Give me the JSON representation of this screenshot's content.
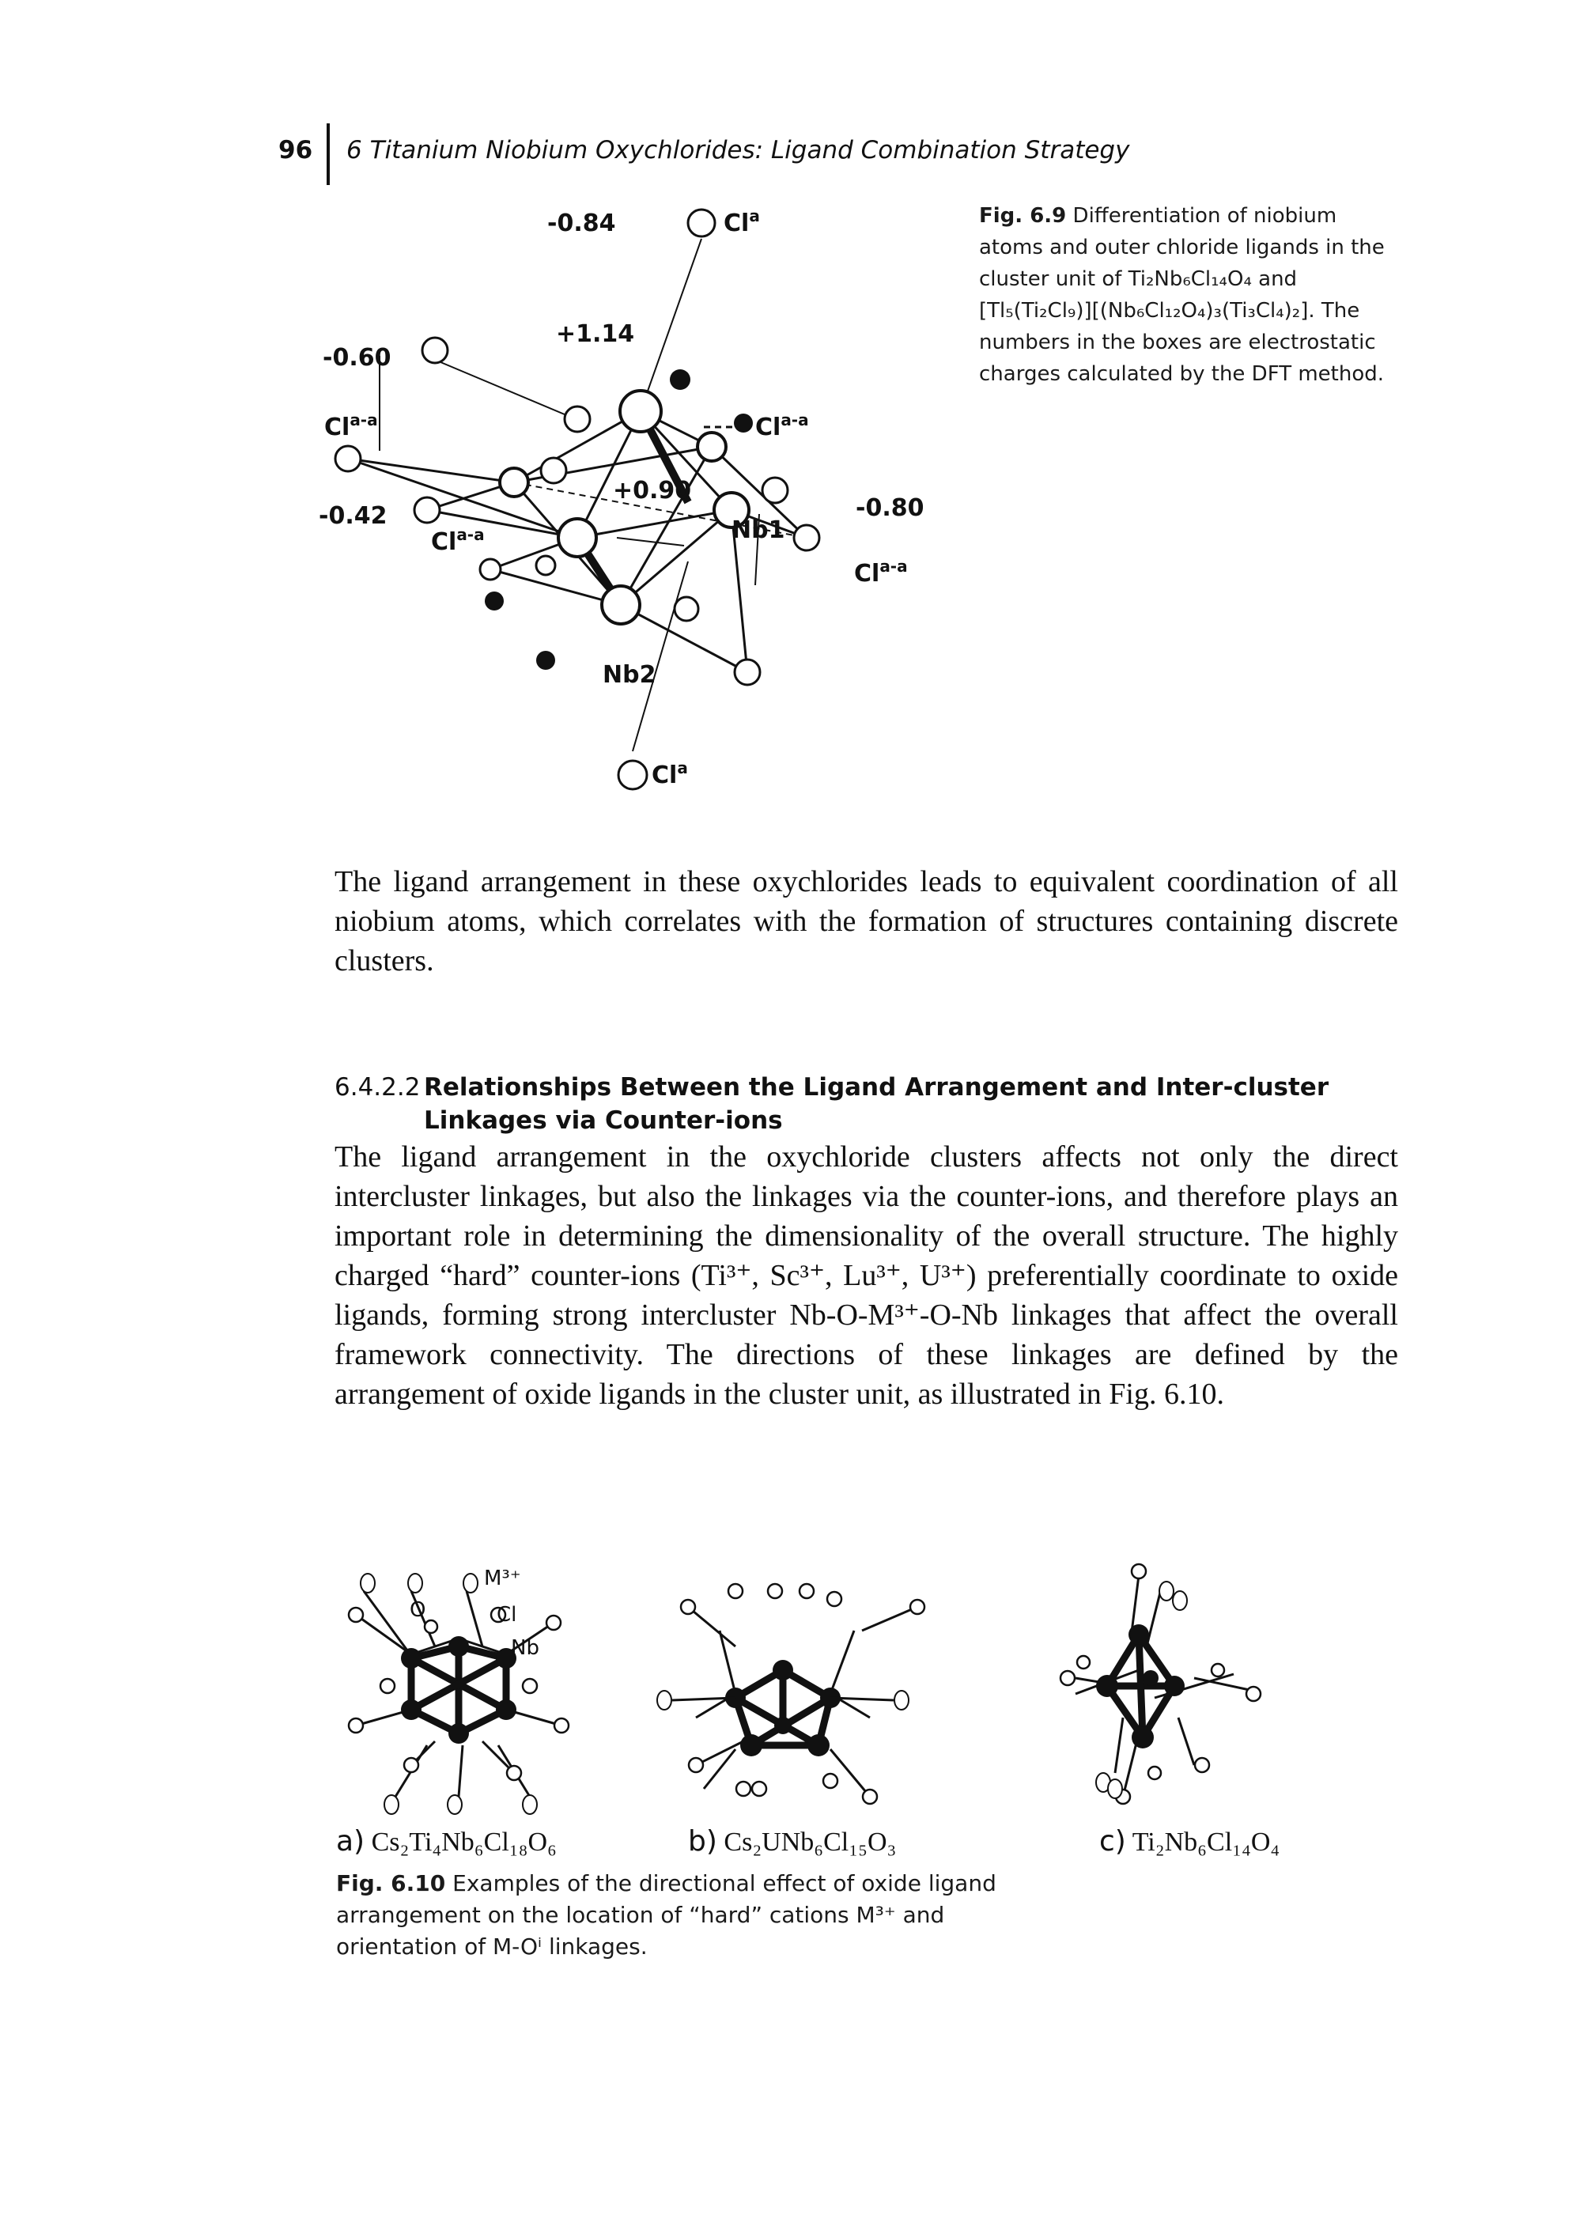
{
  "header": {
    "page_number": "96",
    "running_title": "6 Titanium Niobium Oxychlorides: Ligand Combination Strategy"
  },
  "figure_6_9": {
    "labels": {
      "charge_top": "-0.84",
      "charge_left": "-0.60",
      "charge_center_top": "+1.14",
      "charge_center": "+0.90",
      "charge_left_low": "-0.42",
      "charge_right": "-0.80",
      "cl_a": "Cl",
      "cl_a_sup": "a",
      "cl_aa": "Cl",
      "cl_aa_sup": "a-a",
      "nb1": "Nb1",
      "nb2": "Nb2"
    },
    "caption_number": "Fig. 6.9",
    "caption_text": "Differentiation of niobium atoms and outer chloride ligands in the cluster unit of Ti₂Nb₆Cl₁₄O₄ and [Tl₅(Ti₂Cl₉)][(Nb₆Cl₁₂O₄)₃(Ti₃Cl₄)₂]. The numbers in the boxes are electrostatic charges calculated by the DFT method."
  },
  "paragraph_1": "The ligand arrangement in these oxychlorides leads to equivalent coordination of all niobium atoms, which correlates with the formation of structures containing discrete clusters.",
  "section": {
    "number": "6.4.2.2",
    "title": "Relationships Between the Ligand Arrangement and Inter-cluster Linkages via Counter-ions"
  },
  "paragraph_2": "The ligand arrangement in the oxychloride clusters affects not only the direct intercluster linkages, but also the linkages via the counter-ions, and therefore plays an important role in determining the dimensionality of the overall structure. The highly charged “hard” counter-ions (Ti³⁺, Sc³⁺, Lu³⁺, U³⁺) preferentially coordinate to oxide ligands, forming strong intercluster Nb-O-M³⁺-O-Nb linkages that affect the overall framework connectivity. The directions of these linkages are defined by the arrangement of oxide ligands in the cluster unit, as illustrated in Fig. 6.10.",
  "figure_6_10": {
    "legend": {
      "m3": "M³⁺",
      "o": "O",
      "cl": "Cl",
      "nb": "Nb"
    },
    "sub_a_letter": "a)",
    "sub_a_formula": "Cs₂Ti₄Nb₆Cl₁₈O₆",
    "sub_b_letter": "b)",
    "sub_b_formula": "Cs₂UNb₆Cl₁₅O₃",
    "sub_c_letter": "c)",
    "sub_c_formula": "Ti₂Nb₆Cl₁₄O₄",
    "caption_number": "Fig. 6.10",
    "caption_text": "Examples of the directional effect of oxide ligand arrangement on the location of “hard” cations M³⁺ and orientation of M-Oⁱ linkages."
  }
}
